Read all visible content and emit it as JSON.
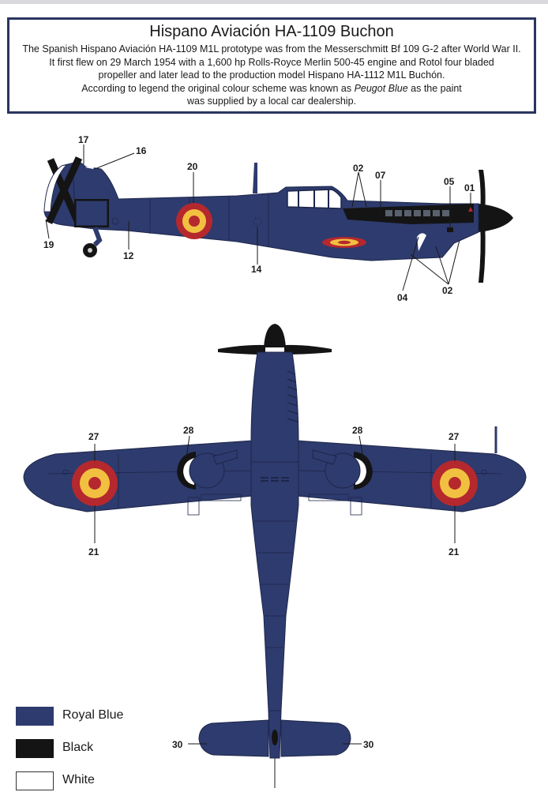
{
  "header": {
    "title": "Hispano Aviación HA-1109 Buchon",
    "line1": "The Spanish Hispano Aviación HA-1109 M1L prototype was  from the Messerschmitt Bf 109 G-2 after World War II.",
    "line2": "It first flew on 29 March 1954 with a 1,600 hp Rolls-Royce Merlin 500-45 engine and Rotol four bladed",
    "line3": "propeller and later lead to the production model Hispano HA-1112 M1L Buchón.",
    "line4_before": "According to legend the original colour scheme was known as ",
    "line4_em": "Peugot Blue",
    "line4_after": " as the paint",
    "line5": "was supplied by a local car dealership."
  },
  "colors": {
    "royal_blue": "#2e3b6e",
    "black": "#141414",
    "white": "#ffffff",
    "roundel_red": "#b5282e",
    "roundel_yellow": "#f2c040",
    "frame": "#2a3560"
  },
  "side_view": {
    "callouts": {
      "c17": "17",
      "c16": "16",
      "c20": "20",
      "c02_top": "02",
      "c07": "07",
      "c05": "05",
      "c01": "01",
      "c19": "19",
      "c12": "12",
      "c14": "14",
      "c04": "04",
      "c02_bottom": "02"
    }
  },
  "top_view": {
    "callouts": {
      "c27_left": "27",
      "c28_left": "28",
      "c28_right": "28",
      "c27_right": "27",
      "c21_left": "21",
      "c21_right": "21",
      "c30_left": "30",
      "c30_right": "30"
    }
  },
  "legend": [
    {
      "label": "Royal Blue",
      "color": "#2e3b6e"
    },
    {
      "label": "Black",
      "color": "#141414"
    },
    {
      "label": "White",
      "color": "#ffffff"
    }
  ]
}
